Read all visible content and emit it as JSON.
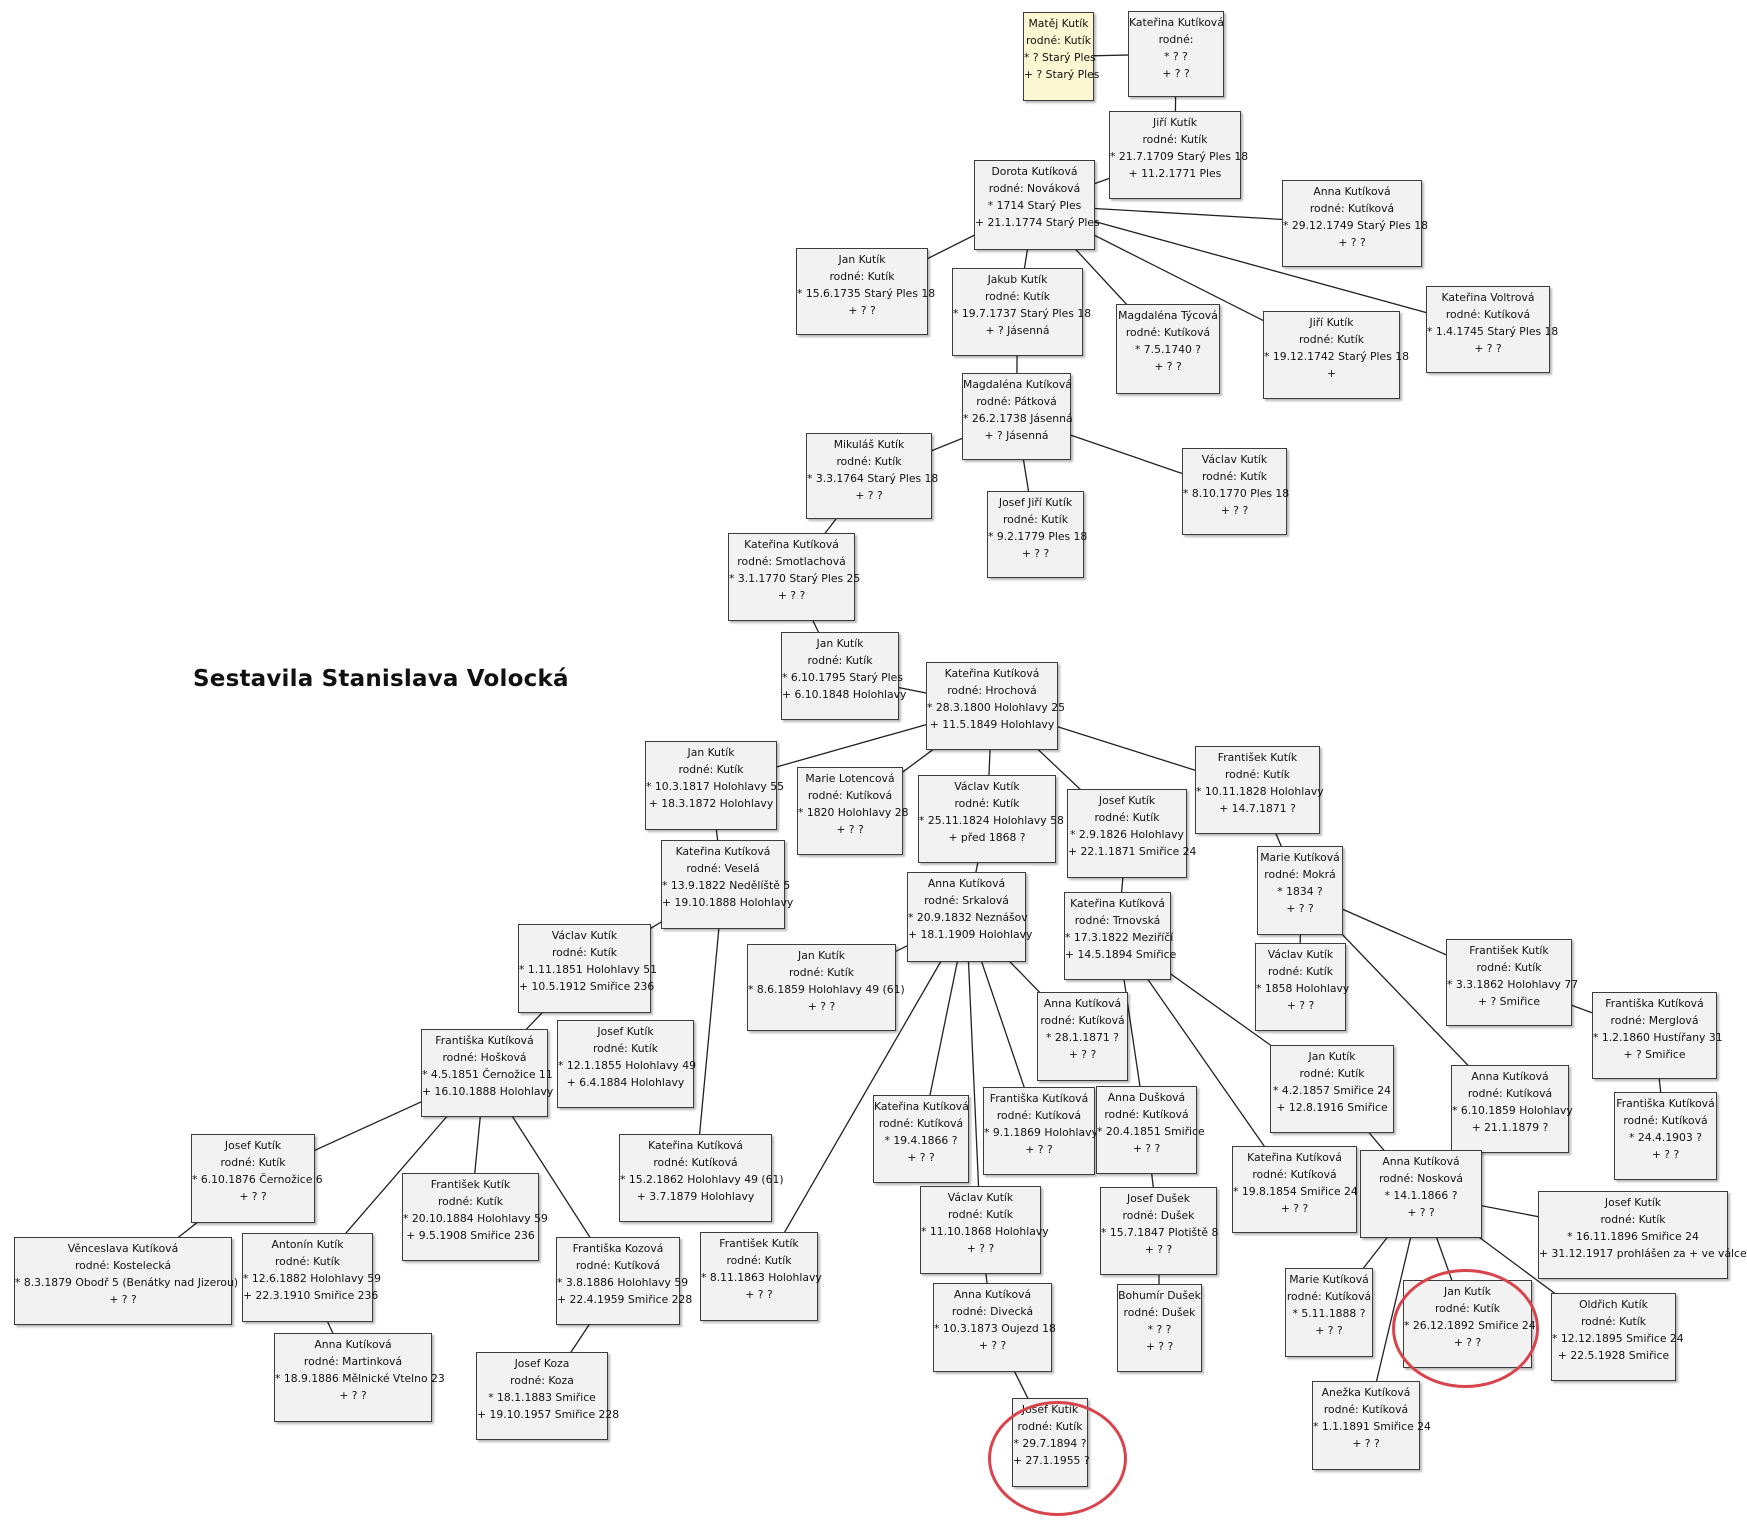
{
  "author": "Sestavila Stanislava Volocká",
  "colors": {
    "highlight_circle": "#d9434c",
    "box_fill": "#f2f2f2",
    "root_fill": "#fbf7d2",
    "line": "#222222"
  },
  "people": [
    {
      "id": "matej",
      "lines": [
        "Matěj Kutík",
        "rodné: Kutík",
        "* ? Starý Ples",
        "+ ? Starý Ples"
      ],
      "root": true
    },
    {
      "id": "katerina1",
      "lines": [
        "Kateřina Kutíková",
        "rodné:",
        "* ? ?",
        "+ ? ?"
      ]
    },
    {
      "id": "jiri1",
      "lines": [
        "Jiří Kutík",
        "rodné: Kutík",
        "* 21.7.1709 Starý Ples 18",
        "+ 11.2.1771 Ples"
      ]
    },
    {
      "id": "dorota",
      "lines": [
        "Dorota Kutíková",
        "rodné: Nováková",
        "* 1714 Starý Ples",
        "+ 21.1.1774 Starý Ples"
      ]
    },
    {
      "id": "anna1",
      "lines": [
        "Anna Kutíková",
        "rodné: Kutíková",
        "* 29.12.1749 Starý Ples 18",
        "+ ? ?"
      ]
    },
    {
      "id": "jan1",
      "lines": [
        "Jan Kutík",
        "rodné: Kutík",
        "* 15.6.1735 Starý Ples 18",
        "+ ? ?"
      ]
    },
    {
      "id": "jakub",
      "lines": [
        "Jakub Kutík",
        "rodné: Kutík",
        "* 19.7.1737 Starý Ples 18",
        "+ ? Jásenná"
      ]
    },
    {
      "id": "magdalena_t",
      "lines": [
        "Magdaléna Týcová",
        "rodné: Kutíková",
        "* 7.5.1740 ?",
        "+ ? ?"
      ]
    },
    {
      "id": "jiri2",
      "lines": [
        "Jiří Kutík",
        "rodné: Kutík",
        "* 19.12.1742 Starý Ples 18",
        "+"
      ]
    },
    {
      "id": "katerina_v",
      "lines": [
        "Kateřina Voltrová",
        "rodné: Kutíková",
        "* 1.4.1745 Starý Ples 18",
        "+ ? ?"
      ]
    },
    {
      "id": "magdalena_k",
      "lines": [
        "Magdaléna Kutíková",
        "rodné: Pátková",
        "* 26.2.1738 Jásenná",
        "+ ? Jásenná"
      ]
    },
    {
      "id": "mikulas",
      "lines": [
        "Mikuláš Kutík",
        "rodné: Kutík",
        "* 3.3.1764 Starý Ples 18",
        "+ ? ?"
      ]
    },
    {
      "id": "vaclav1",
      "lines": [
        "Václav Kutík",
        "rodné: Kutík",
        "* 8.10.1770 Ples 18",
        "+ ? ?"
      ]
    },
    {
      "id": "josef_jiri",
      "lines": [
        "Josef Jiří Kutík",
        "rodné: Kutík",
        "* 9.2.1779 Ples 18",
        "+ ? ?"
      ]
    },
    {
      "id": "katerina_s",
      "lines": [
        "Kateřina Kutíková",
        "rodné: Smotlachová",
        "* 3.1.1770 Starý Ples 25",
        "+ ? ?"
      ]
    },
    {
      "id": "jan2",
      "lines": [
        "Jan Kutík",
        "rodné: Kutík",
        "* 6.10.1795 Starý Ples",
        "+ 6.10.1848 Holohlavy"
      ]
    },
    {
      "id": "katerina_h",
      "lines": [
        "Kateřina Kutíková",
        "rodné: Hrochová",
        "* 28.3.1800 Holohlavy 25",
        "+ 11.5.1849 Holohlavy"
      ]
    },
    {
      "id": "jan3",
      "lines": [
        "Jan Kutík",
        "rodné: Kutík",
        "* 10.3.1817 Holohlavy 55",
        "+ 18.3.1872 Holohlavy"
      ]
    },
    {
      "id": "marie_l",
      "lines": [
        "Marie Lotencová",
        "rodné: Kutíková",
        "* 1820 Holohlavy 28",
        "+ ? ?"
      ]
    },
    {
      "id": "vaclav2",
      "lines": [
        "Václav Kutík",
        "rodné: Kutík",
        "* 25.11.1824 Holohlavy 58",
        "+ před 1868 ?"
      ]
    },
    {
      "id": "josef1",
      "lines": [
        "Josef Kutík",
        "rodné: Kutík",
        "* 2.9.1826 Holohlavy",
        "+ 22.1.1871 Smiřice 24"
      ]
    },
    {
      "id": "frantisek1",
      "lines": [
        "František Kutík",
        "rodné: Kutík",
        "* 10.11.1828 Holohlavy",
        "+ 14.7.1871 ?"
      ]
    },
    {
      "id": "katerina_ves",
      "lines": [
        "Kateřina Kutíková",
        "rodné: Veselá",
        "* 13.9.1822 Nedělíště 5",
        "+ 19.10.1888 Holohlavy"
      ]
    },
    {
      "id": "anna_srk",
      "lines": [
        "Anna Kutíková",
        "rodné: Srkalová",
        "* 20.9.1832 Neznášov",
        "+ 18.1.1909 Holohlavy"
      ]
    },
    {
      "id": "katerina_trn",
      "lines": [
        "Kateřina Kutíková",
        "rodné: Trnovská",
        "* 17.3.1822 Meziříčí",
        "+ 14.5.1894 Smiřice"
      ]
    },
    {
      "id": "marie_mok",
      "lines": [
        "Marie Kutíková",
        "rodné: Mokrá",
        "* 1834 ?",
        "+ ? ?"
      ]
    },
    {
      "id": "vaclav3",
      "lines": [
        "Václav Kutík",
        "rodné: Kutík",
        "* 1.11.1851 Holohlavy 51",
        "+ 10.5.1912 Smiřice 236"
      ]
    },
    {
      "id": "jan4",
      "lines": [
        "Jan Kutík",
        "rodné: Kutík",
        "* 8.6.1859 Holohlavy 49 (61)",
        "+ ? ?"
      ]
    },
    {
      "id": "anna_k1",
      "lines": [
        "Anna Kutíková",
        "rodné: Kutíková",
        "* 28.1.1871 ?",
        "+ ? ?"
      ]
    },
    {
      "id": "vaclav4",
      "lines": [
        "Václav Kutík",
        "rodné: Kutík",
        "* 1858 Holohlavy",
        "+ ? ?"
      ]
    },
    {
      "id": "frantisek2",
      "lines": [
        "František Kutík",
        "rodné: Kutík",
        "* 3.3.1862 Holohlavy 77",
        "+ ? Smiřice"
      ]
    },
    {
      "id": "frantiska_mer",
      "lines": [
        "Františka Kutíková",
        "rodné: Merglová",
        "* 1.2.1860 Hustířany 31",
        "+ ? Smiřice"
      ]
    },
    {
      "id": "frantiska_hos",
      "lines": [
        "Františka Kutíková",
        "rodné: Hošková",
        "* 4.5.1851 Černožice 11",
        "+ 16.10.1888 Holohlavy"
      ]
    },
    {
      "id": "josef2",
      "lines": [
        "Josef Kutík",
        "rodné: Kutík",
        "* 12.1.1855 Holohlavy 49",
        "+ 6.4.1884 Holohlavy"
      ]
    },
    {
      "id": "jan5",
      "lines": [
        "Jan Kutík",
        "rodné: Kutík",
        "* 4.2.1857 Smiřice 24",
        "+ 12.8.1916 Smiřice"
      ]
    },
    {
      "id": "anna_k2",
      "lines": [
        "Anna Kutíková",
        "rodné: Kutíková",
        "* 6.10.1859 Holohlavy",
        "+ 21.1.1879 ?"
      ]
    },
    {
      "id": "frantiska_k",
      "lines": [
        "Františka Kutíková",
        "rodné: Kutíková",
        "* 24.4.1903 ?",
        "+ ? ?"
      ]
    },
    {
      "id": "katerina_k1",
      "lines": [
        "Kateřina Kutíková",
        "rodné: Kutíková",
        "* 19.4.1866 ?",
        "+ ? ?"
      ]
    },
    {
      "id": "frantiska_k2",
      "lines": [
        "Františka Kutíková",
        "rodné: Kutíková",
        "* 9.1.1869 Holohlavy",
        "+ ? ?"
      ]
    },
    {
      "id": "anna_dus",
      "lines": [
        "Anna Dušková",
        "rodné: Kutíková",
        "* 20.4.1851 Smiřice",
        "+ ? ?"
      ]
    },
    {
      "id": "katerina_k2",
      "lines": [
        "Kateřina Kutíková",
        "rodné: Kutíková",
        "* 15.2.1862 Holohlavy 49 (61)",
        "+ 3.7.1879 Holohlavy"
      ]
    },
    {
      "id": "katerina_k3",
      "lines": [
        "Kateřina Kutíková",
        "rodné: Kutíková",
        "* 19.8.1854 Smiřice 24",
        "+ ? ?"
      ]
    },
    {
      "id": "anna_nos",
      "lines": [
        "Anna Kutíková",
        "rodné: Nosková",
        "* 14.1.1866 ?",
        "+ ? ?"
      ]
    },
    {
      "id": "josef3",
      "lines": [
        "Josef Kutík",
        "rodné: Kutík",
        "* 6.10.1876 Černožice 6",
        "+ ? ?"
      ]
    },
    {
      "id": "frantisek3",
      "lines": [
        "František Kutík",
        "rodné: Kutík",
        "* 20.10.1884 Holohlavy 59",
        "+ 9.5.1908 Smiřice 236"
      ]
    },
    {
      "id": "vaclav5",
      "lines": [
        "Václav Kutík",
        "rodné: Kutík",
        "* 11.10.1868 Holohlavy",
        "+ ? ?"
      ]
    },
    {
      "id": "josef_dusek",
      "lines": [
        "Josef Dušek",
        "rodné: Dušek",
        "* 15.7.1847 Plotiště 8",
        "+ ? ?"
      ]
    },
    {
      "id": "josef4",
      "lines": [
        "Josef Kutík",
        "rodné: Kutík",
        "* 16.11.1896 Smiřice 24",
        "+ 31.12.1917 prohlášen za + ve válce"
      ]
    },
    {
      "id": "venceslava",
      "lines": [
        "Věnceslava Kutíková",
        "rodné: Kostelecká",
        "* 8.3.1879 Obodř 5 (Benátky nad Jizerou)",
        "+ ? ?"
      ]
    },
    {
      "id": "antonin",
      "lines": [
        "Antonín Kutík",
        "rodné: Kutík",
        "* 12.6.1882 Holohlavy 59",
        "+ 22.3.1910 Smiřice 236"
      ]
    },
    {
      "id": "frantiska_koz",
      "lines": [
        "Františka Kozová",
        "rodné: Kutíková",
        "* 3.8.1886 Holohlavy 59",
        "+ 22.4.1959 Smiřice 228"
      ]
    },
    {
      "id": "frantisek4",
      "lines": [
        "František Kutík",
        "rodné: Kutík",
        "* 8.11.1863 Holohlavy",
        "+ ? ?"
      ]
    },
    {
      "id": "anna_div",
      "lines": [
        "Anna Kutíková",
        "rodné: Divecká",
        "* 10.3.1873 Oujezd 18",
        "+ ? ?"
      ]
    },
    {
      "id": "bohumir",
      "lines": [
        "Bohumír Dušek",
        "rodné: Dušek",
        "* ? ?",
        "+ ? ?"
      ]
    },
    {
      "id": "marie_k",
      "lines": [
        "Marie Kutíková",
        "rodné: Kutíková",
        "* 5.11.1888 ?",
        "+ ? ?"
      ]
    },
    {
      "id": "jan6",
      "lines": [
        "Jan Kutík",
        "rodné: Kutík",
        "* 26.12.1892 Smiřice 24",
        "+ ? ?"
      ]
    },
    {
      "id": "oldrich",
      "lines": [
        "Oldřich Kutík",
        "rodné: Kutík",
        "* 12.12.1895 Smiřice 24",
        "+ 22.5.1928 Smiřice"
      ]
    },
    {
      "id": "anna_mart",
      "lines": [
        "Anna Kutíková",
        "rodné: Martinková",
        "* 18.9.1886 Mělnické Vtelno 23",
        "+ ? ?"
      ]
    },
    {
      "id": "josef_koza",
      "lines": [
        "Josef Koza",
        "rodné: Koza",
        "* 18.1.1883 Smiřice",
        "+ 19.10.1957 Smiřice 228"
      ]
    },
    {
      "id": "josef5",
      "lines": [
        "Josef Kutík",
        "rodné: Kutík",
        "* 29.7.1894 ?",
        "+ 27.1.1955 ?"
      ]
    },
    {
      "id": "anezka",
      "lines": [
        "Anežka Kutíková",
        "rodné: Kutíková",
        "* 1.1.1891 Smiřice 24",
        "+ ? ?"
      ]
    }
  ],
  "links": [
    [
      "matej",
      "katerina1"
    ],
    [
      "katerina1",
      "jiri1"
    ],
    [
      "jiri1",
      "dorota"
    ],
    [
      "dorota",
      "jan1"
    ],
    [
      "dorota",
      "jakub"
    ],
    [
      "dorota",
      "magdalena_t"
    ],
    [
      "dorota",
      "jiri2"
    ],
    [
      "dorota",
      "katerina_v"
    ],
    [
      "dorota",
      "anna1"
    ],
    [
      "jakub",
      "magdalena_k"
    ],
    [
      "magdalena_k",
      "mikulas"
    ],
    [
      "magdalena_k",
      "josef_jiri"
    ],
    [
      "magdalena_k",
      "vaclav1"
    ],
    [
      "mikulas",
      "katerina_s"
    ],
    [
      "katerina_s",
      "jan2"
    ],
    [
      "jan2",
      "katerina_h"
    ],
    [
      "katerina_h",
      "jan3"
    ],
    [
      "katerina_h",
      "marie_l"
    ],
    [
      "katerina_h",
      "vaclav2"
    ],
    [
      "katerina_h",
      "josef1"
    ],
    [
      "katerina_h",
      "frantisek1"
    ],
    [
      "jan3",
      "katerina_ves"
    ],
    [
      "vaclav2",
      "anna_srk"
    ],
    [
      "josef1",
      "katerina_trn"
    ],
    [
      "frantisek1",
      "marie_mok"
    ],
    [
      "katerina_ves",
      "vaclav3"
    ],
    [
      "katerina_ves",
      "katerina_k2"
    ],
    [
      "vaclav3",
      "frantiska_hos"
    ],
    [
      "frantiska_hos",
      "josef3"
    ],
    [
      "frantiska_hos",
      "antonin"
    ],
    [
      "frantiska_hos",
      "frantisek3"
    ],
    [
      "frantiska_hos",
      "frantiska_koz"
    ],
    [
      "josef3",
      "venceslava"
    ],
    [
      "antonin",
      "anna_mart"
    ],
    [
      "frantiska_koz",
      "josef_koza"
    ],
    [
      "anna_srk",
      "jan4"
    ],
    [
      "anna_srk",
      "anna_k1"
    ],
    [
      "anna_srk",
      "katerina_k1"
    ],
    [
      "anna_srk",
      "frantiska_k2"
    ],
    [
      "anna_srk",
      "vaclav5"
    ],
    [
      "anna_srk",
      "frantisek4"
    ],
    [
      "vaclav5",
      "anna_div"
    ],
    [
      "anna_div",
      "josef5"
    ],
    [
      "katerina_trn",
      "anna_dus"
    ],
    [
      "katerina_trn",
      "jan5"
    ],
    [
      "katerina_trn",
      "katerina_k3"
    ],
    [
      "anna_dus",
      "josef_dusek"
    ],
    [
      "josef_dusek",
      "bohumir"
    ],
    [
      "marie_mok",
      "vaclav4"
    ],
    [
      "marie_mok",
      "frantisek2"
    ],
    [
      "marie_mok",
      "anna_k2"
    ],
    [
      "frantisek2",
      "frantiska_mer"
    ],
    [
      "frantiska_mer",
      "frantiska_k"
    ],
    [
      "jan5",
      "anna_nos"
    ],
    [
      "anna_nos",
      "marie_k"
    ],
    [
      "anna_nos",
      "anezka"
    ],
    [
      "anna_nos",
      "jan6"
    ],
    [
      "anna_nos",
      "oldrich"
    ],
    [
      "anna_nos",
      "josef4"
    ]
  ]
}
